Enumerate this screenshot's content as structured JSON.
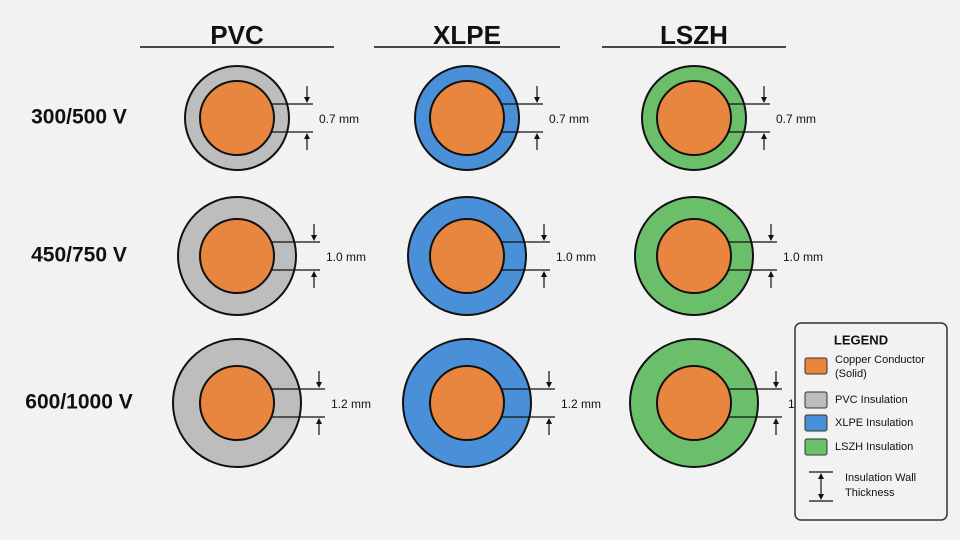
{
  "colors": {
    "background": "#f2f2f2",
    "copper": "#e8853f",
    "pvc": "#bdbdbd",
    "xlpe": "#4a90d9",
    "lszh": "#6bbf6b",
    "outline": "#111111"
  },
  "columns": [
    {
      "label": "PVC",
      "material": "pvc"
    },
    {
      "label": "XLPE",
      "material": "xlpe"
    },
    {
      "label": "LSZH",
      "material": "lszh"
    }
  ],
  "rows": [
    {
      "label": "300/500 V",
      "thickness_label": "0.7 mm",
      "thickness_mm": 0.7
    },
    {
      "label": "450/750 V",
      "thickness_label": "1.0 mm",
      "thickness_mm": 1.0
    },
    {
      "label": "600/1000 V",
      "thickness_label": "1.2 mm",
      "thickness_mm": 1.2
    }
  ],
  "legend": {
    "title": "LEGEND",
    "items": [
      {
        "label_lines": [
          "Copper Conductor",
          "(Solid)"
        ],
        "color_key": "copper",
        "name": "copper"
      },
      {
        "label_lines": [
          "PVC Insulation"
        ],
        "color_key": "pvc",
        "name": "pvc"
      },
      {
        "label_lines": [
          "XLPE Insulation"
        ],
        "color_key": "xlpe",
        "name": "xlpe"
      },
      {
        "label_lines": [
          "LSZH Insulation"
        ],
        "color_key": "lszh",
        "name": "lszh"
      }
    ],
    "dimension_label_lines": [
      "Insulation Wall",
      "Thickness"
    ]
  }
}
